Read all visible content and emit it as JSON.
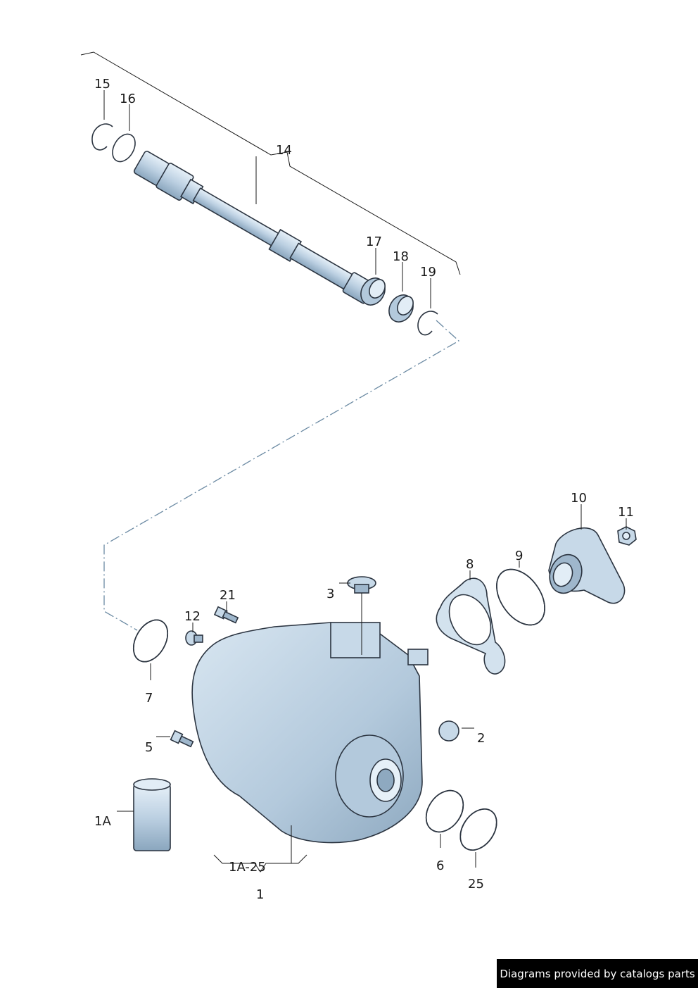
{
  "labels": {
    "p15": "15",
    "p16": "16",
    "p14": "14",
    "p17": "17",
    "p18": "18",
    "p19": "19",
    "p10": "10",
    "p11": "11",
    "p8": "8",
    "p9": "9",
    "p3": "3",
    "p21": "21",
    "p12": "12",
    "p7": "7",
    "p2": "2",
    "p5": "5",
    "p1A": "1A",
    "p6": "6",
    "p25": "25",
    "p1A25": "1A-25",
    "p1": "1"
  },
  "credit": "Diagrams provided by catalogs parts",
  "colors": {
    "metal": "#c7d9e8",
    "metal_dark": "#9fb7cc",
    "outline": "#2b3440",
    "credit_bg": "#000000"
  }
}
